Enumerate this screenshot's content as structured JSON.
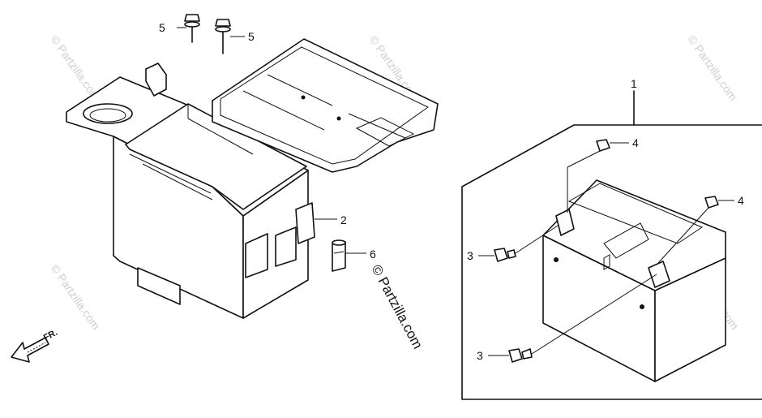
{
  "diagram": {
    "callouts": [
      {
        "id": "c1",
        "label": "1"
      },
      {
        "id": "c2",
        "label": "2"
      },
      {
        "id": "c3a",
        "label": "3"
      },
      {
        "id": "c3b",
        "label": "3"
      },
      {
        "id": "c4a",
        "label": "4"
      },
      {
        "id": "c4b",
        "label": "4"
      },
      {
        "id": "c5a",
        "label": "5"
      },
      {
        "id": "c5b",
        "label": "5"
      },
      {
        "id": "c6",
        "label": "6"
      }
    ],
    "direction_label": "FR.",
    "watermark_main": "© Partzilla.com",
    "watermark_faint": "© Partzilla.com"
  }
}
